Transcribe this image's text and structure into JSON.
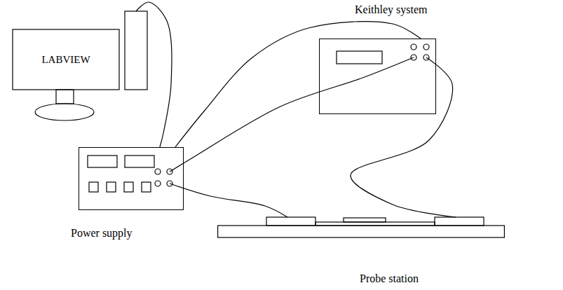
{
  "diagram": {
    "nodes": [
      {
        "text": [
          "LABVIEW"
        ]
      },
      {
        "text": [
          "Keithley system"
        ]
      },
      {
        "text": [
          "Power supply"
        ]
      },
      {
        "text": [
          "Probe station"
        ]
      }
    ],
    "edges": [
      {
        "from": 0,
        "to": 2,
        "arrow": "none"
      },
      {
        "from": 2,
        "to": 1,
        "arrow": "none"
      },
      {
        "from": 2,
        "to": 1,
        "arrow": "none"
      },
      {
        "from": 2,
        "to": 3,
        "arrow": "none"
      },
      {
        "from": 1,
        "to": 3,
        "arrow": "none"
      }
    ]
  }
}
